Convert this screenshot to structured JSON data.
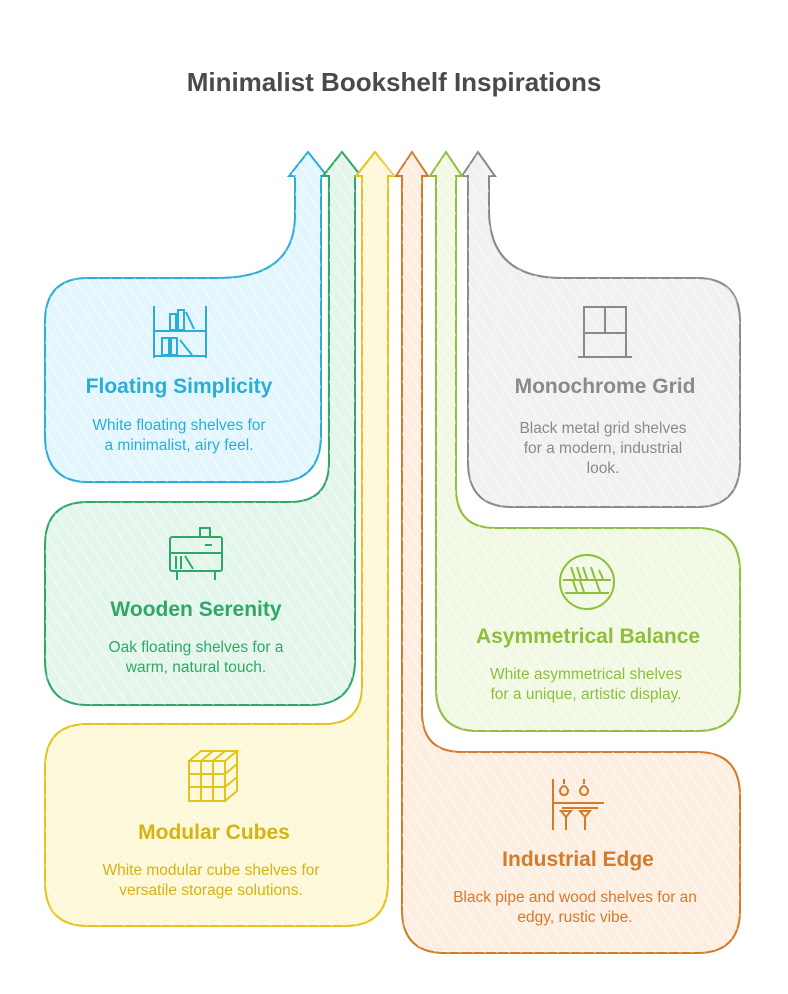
{
  "title": "Minimalist Bookshelf Inspirations",
  "colors": {
    "blue": "#2aaed9",
    "green": "#2fa867",
    "yellow": "#e3c31d",
    "orange": "#d47a2a",
    "lime": "#8dbf3c",
    "gray": "#8a8a8a"
  },
  "cards": [
    {
      "id": "floating",
      "title": "Floating Simplicity",
      "desc": [
        "White floating shelves for",
        "a minimalist, airy feel."
      ],
      "icon": "floating-shelf-icon",
      "color": "#2aaed9",
      "fill": "#e4f6fd"
    },
    {
      "id": "wooden",
      "title": "Wooden Serenity",
      "desc": [
        "Oak floating shelves for a",
        "warm, natural touch."
      ],
      "icon": "wooden-cabinet-icon",
      "color": "#2fa867",
      "fill": "#e4f6ec"
    },
    {
      "id": "modular",
      "title": "Modular Cubes",
      "desc": [
        "White modular cube shelves for",
        "versatile storage solutions."
      ],
      "icon": "cube-grid-icon",
      "color": "#e3c31d",
      "fill": "#fdf8d8"
    },
    {
      "id": "monochrome",
      "title": "Monochrome Grid",
      "desc": [
        "Black metal grid shelves",
        "for a modern, industrial",
        "look."
      ],
      "icon": "window-grid-icon",
      "color": "#8a8a8a",
      "fill": "#f1f1f1"
    },
    {
      "id": "asymmetrical",
      "title": "Asymmetrical Balance",
      "desc": [
        "White asymmetrical shelves",
        "for a unique, artistic display."
      ],
      "icon": "round-shelf-icon",
      "color": "#8dbf3c",
      "fill": "#f1f9e4"
    },
    {
      "id": "industrial",
      "title": "Industrial Edge",
      "desc": [
        "Black pipe and wood shelves for an",
        "edgy, rustic vibe."
      ],
      "icon": "pipe-shelf-icon",
      "color": "#d47a2a",
      "fill": "#fdeee2"
    }
  ]
}
